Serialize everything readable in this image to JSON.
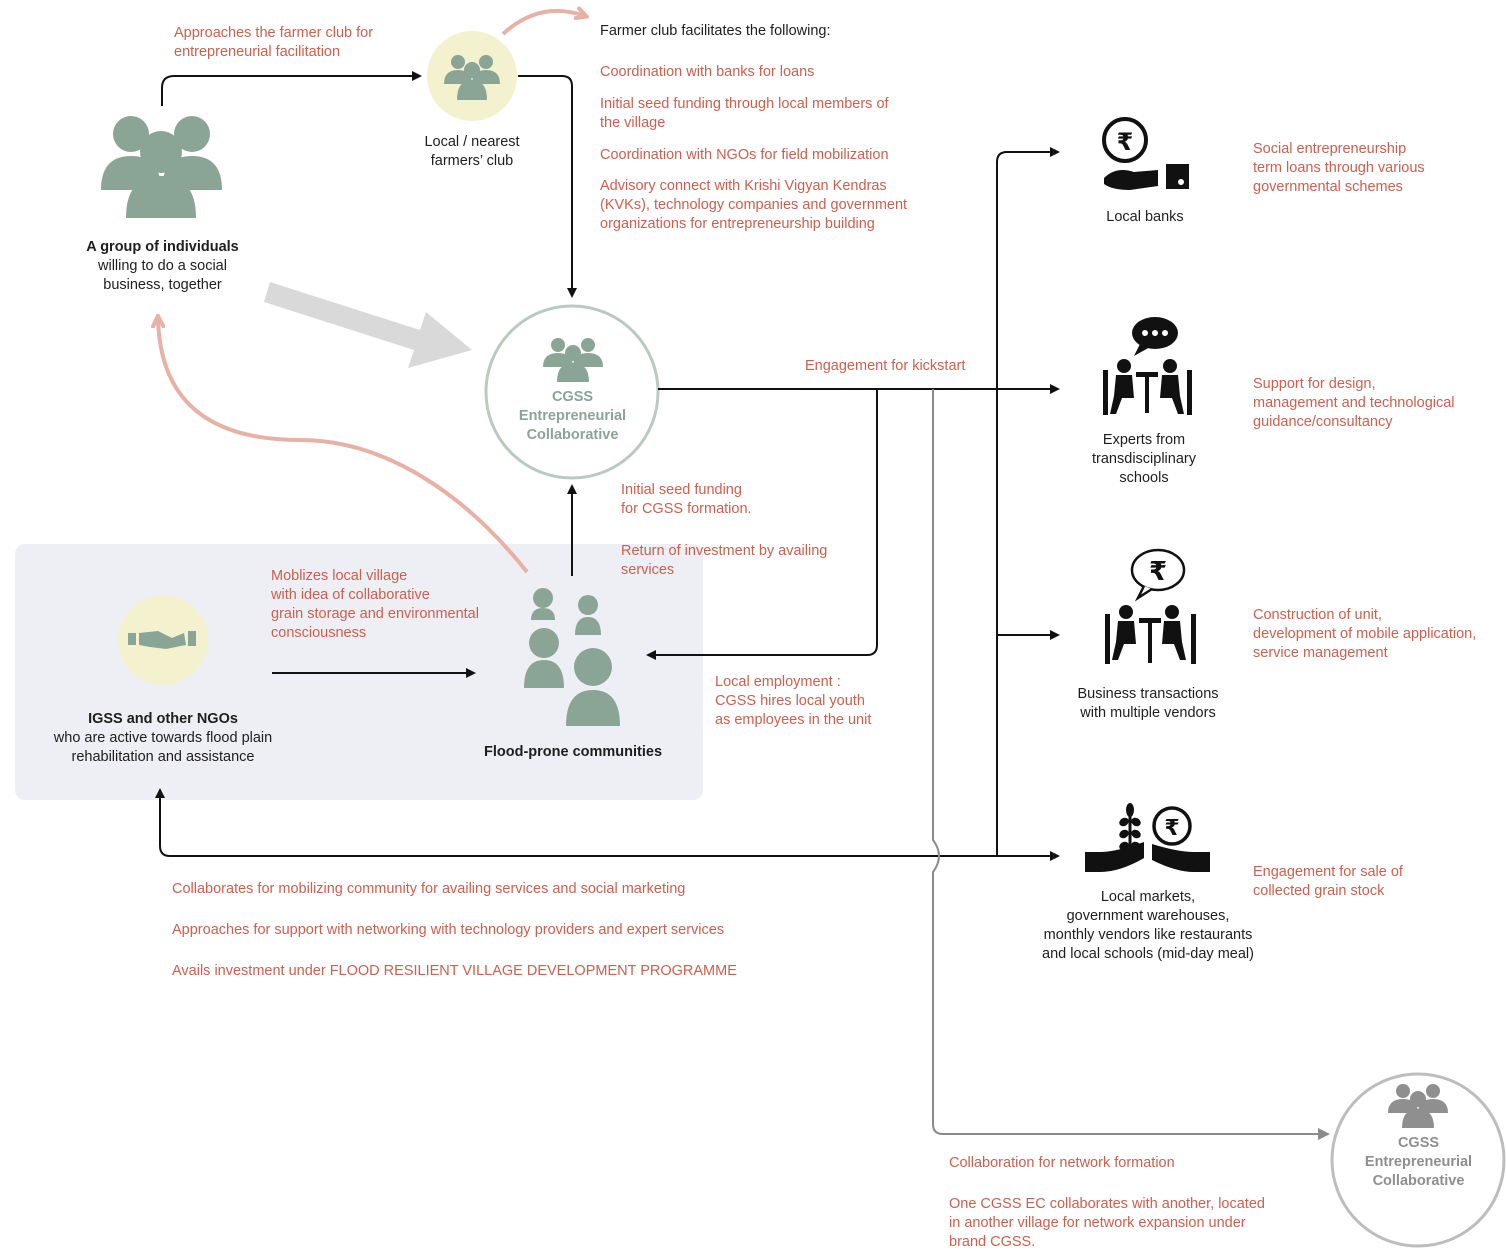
{
  "colors": {
    "accent_red": "#c9614f",
    "sage_icon": "#8aa596",
    "pale_yellow_badge": "#f4f1cf",
    "panel_bg": "#eeeef5",
    "arrow_black": "#111111",
    "arrow_gray": "#8a8a8a",
    "pink_arrow": "#e8b1a5",
    "light_gray_arrow": "#d9d9d9"
  },
  "icons": {
    "group": "group-of-people-icon",
    "farmer_club": "people-group-icon",
    "handshake": "handshake-icon",
    "bank": "rupee-hand-bank-icon",
    "experts": "meeting-conversation-icon",
    "business": "rupee-meeting-icon",
    "markets": "grain-and-rupee-hands-icon"
  },
  "group": {
    "title": "A group of individuals",
    "desc_lines": [
      "willing to do a social",
      "business, together"
    ]
  },
  "approach_label": [
    "Approaches the farmer club for",
    "entrepreneurial facilitation"
  ],
  "farmers_club": {
    "label_lines": [
      "Local / nearest",
      "farmers’ club"
    ]
  },
  "facilitates": {
    "heading": "Farmer club facilitates the following:",
    "items": [
      [
        "Coordination with banks for loans"
      ],
      [
        "Initial seed funding through local members of",
        "the village"
      ],
      [
        "Coordination with NGOs for field mobilization"
      ],
      [
        "Advisory connect with Krishi Vigyan Kendras",
        "(KVKs), technology companies and government",
        "organizations for entrepreneurship building"
      ]
    ]
  },
  "cgss_main": {
    "lines": [
      "CGSS",
      "Entrepreneurial",
      "Collaborative"
    ]
  },
  "engagement_label": "Engagement for kickstart",
  "seed_funding": {
    "line1": [
      "Initial seed funding",
      "for CGSS formation."
    ],
    "line2": [
      "Return of investment by availing",
      "services"
    ]
  },
  "mobilize_label": [
    "Moblizes local village",
    "with idea of collaborative",
    "grain storage and environmental",
    "consciousness"
  ],
  "igss": {
    "title": "IGSS and other NGOs",
    "desc_lines": [
      "who are active towards flood plain",
      "rehabilitation and assistance"
    ]
  },
  "flood": {
    "label": "Flood-prone communities"
  },
  "local_employment": [
    "Local employment :",
    "CGSS hires local youth",
    "as employees in the unit"
  ],
  "bottom_notes": [
    "Collaborates for mobilizing community for availing services and social marketing",
    "Approaches for support with networking with technology providers and expert services",
    "Avails investment under FLOOD RESILIENT VILLAGE DEVELOPMENT PROGRAMME"
  ],
  "right_nodes": [
    {
      "label_lines": [
        "Local banks"
      ],
      "desc_lines": [
        "Social entrepreneurship",
        "term loans through various",
        "governmental schemes"
      ]
    },
    {
      "label_lines": [
        "Experts from",
        "transdisciplinary",
        "schools"
      ],
      "desc_lines": [
        "Support for design,",
        "management and technological",
        "guidance/consultancy"
      ]
    },
    {
      "label_lines": [
        "Business transactions",
        "with multiple vendors"
      ],
      "desc_lines": [
        "Construction of unit,",
        "development of mobile application,",
        "service management"
      ]
    },
    {
      "label_lines": [
        "Local markets,",
        "government warehouses,",
        "monthly vendors like restaurants",
        "and local schools (mid-day meal)"
      ],
      "desc_lines": [
        "Engagement for sale of",
        "collected grain stock"
      ]
    }
  ],
  "network": {
    "label": "Collaboration for network formation",
    "desc_lines": [
      "One CGSS EC collaborates with another, located",
      "in another village for network expansion under",
      "brand CGSS."
    ]
  },
  "cgss_second": {
    "lines": [
      "CGSS",
      "Entrepreneurial",
      "Collaborative"
    ]
  }
}
